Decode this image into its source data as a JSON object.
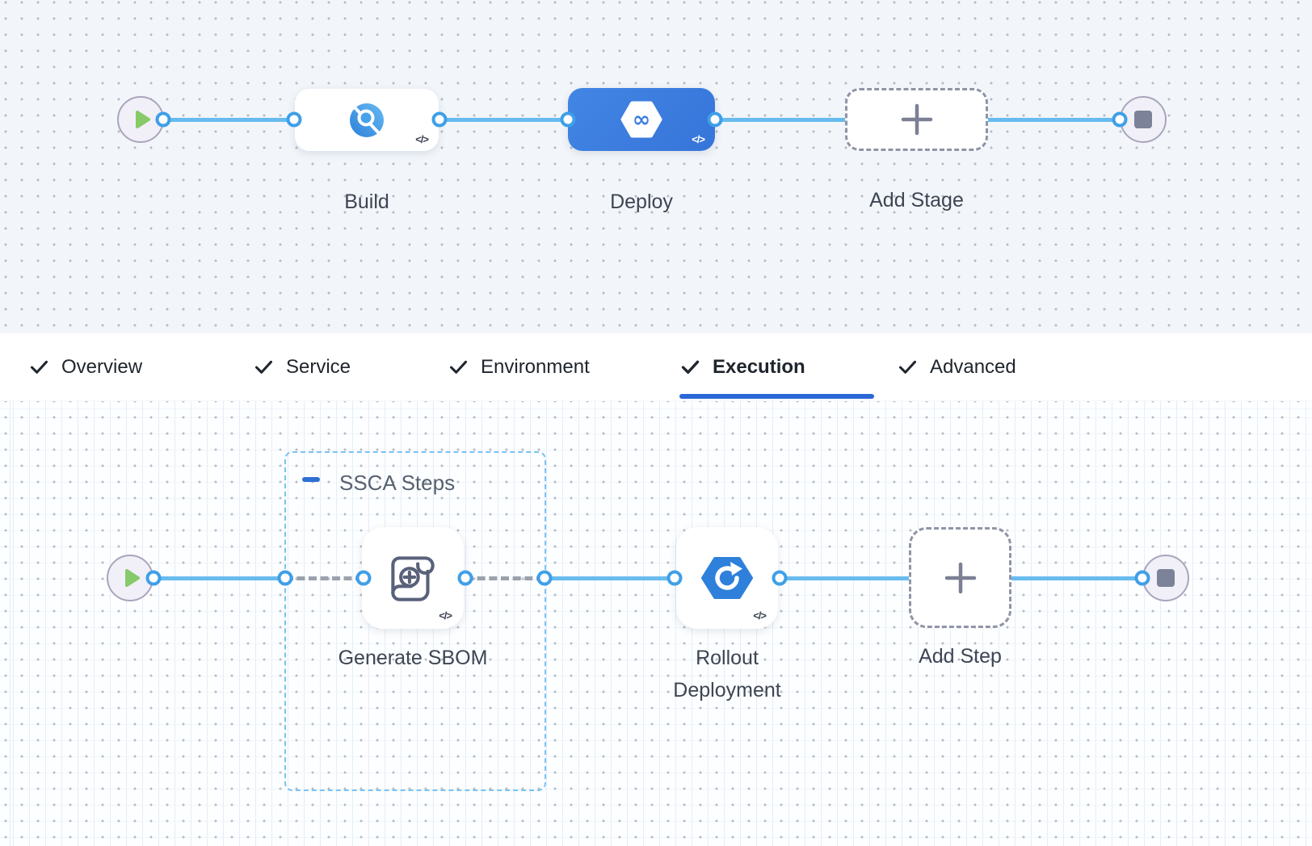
{
  "stage_pipeline": {
    "start_node_icon": "play-icon",
    "end_node_icon": "stop-icon",
    "stages": [
      {
        "label": "Build",
        "icon": "ci-build-icon",
        "code_badge": "</>",
        "selected": false
      },
      {
        "label": "Deploy",
        "icon": "cd-deploy-icon",
        "code_badge": "</>",
        "selected": true
      }
    ],
    "add_stage": {
      "label": "Add Stage",
      "icon": "plus-icon"
    }
  },
  "tab_bar": {
    "active_tab": "Execution",
    "tabs": [
      {
        "label": "Overview",
        "checked": true
      },
      {
        "label": "Service",
        "checked": true
      },
      {
        "label": "Environment",
        "checked": true
      },
      {
        "label": "Execution",
        "checked": true
      },
      {
        "label": "Advanced",
        "checked": true
      }
    ]
  },
  "execution_pipeline": {
    "start_node_icon": "play-icon",
    "end_node_icon": "stop-icon",
    "group": {
      "label": "SSCA Steps",
      "collapse_icon": "minus-icon"
    },
    "steps": [
      {
        "label": "Generate SBOM",
        "icon": "sbom-scroll-icon",
        "code_badge": "</>"
      },
      {
        "label": "Rollout Deployment",
        "icon": "rollout-deployment-icon",
        "code_badge": "</>"
      }
    ],
    "add_step": {
      "label": "Add Step",
      "icon": "plus-icon"
    }
  },
  "colors": {
    "selected_stage_blue": "#3c7fe0",
    "connector_blue": "#67bbee",
    "port_ring_blue": "#3f9fe8",
    "tab_underline_blue": "#2c68d5",
    "group_border_blue": "#79c3f1",
    "play_green": "#86ca69",
    "stop_gray": "#7c8297",
    "canvas_top_bg": "#f2f6fa",
    "node_label_gray": "#3e4553"
  }
}
